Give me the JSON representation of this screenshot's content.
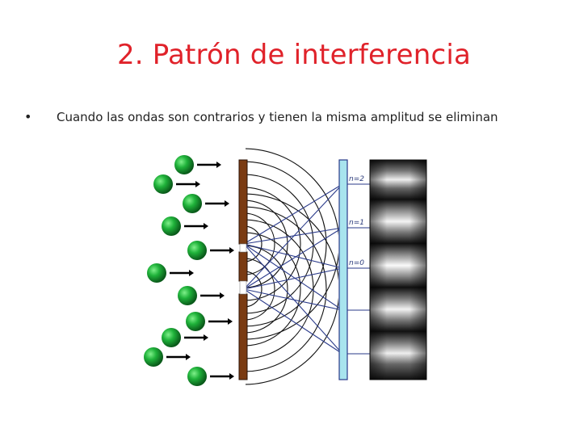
{
  "slide": {
    "title": "2. Patrón de interferencia",
    "bullet_marker": "•",
    "bullet_text": "Cuando las ondas son contrarios y tienen la misma amplitud se eliminan"
  },
  "diagram": {
    "order_labels": [
      "n=2",
      "n=1",
      "n=0"
    ],
    "colors": {
      "title": "#e0222a",
      "particle": "#18a83a",
      "barrier": "#7a3b12",
      "screen": "#a8e4ee",
      "ray": "#2a3a8a"
    }
  }
}
